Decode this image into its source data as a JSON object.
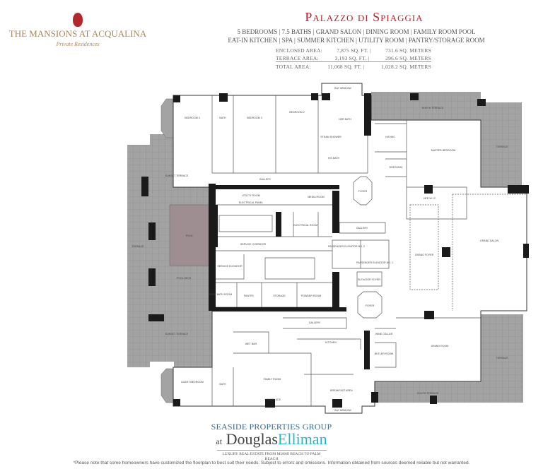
{
  "logo": {
    "brand": "THE MANSIONS AT ACQUALINA",
    "tagline": "Private Residences"
  },
  "title": "Palazzo di Spiaggia",
  "features": {
    "line1": "5 BEDROOMS  |  7.5 BATHS  |  GRAND SALON  |  DINING ROOM  |  FAMILY ROOM POOL",
    "line2": "EAT-IN KITCHEN  |  SPA  |  SUMMER KITCHEN  |  UTILITY ROOM  |  PANTRY/STORAGE ROOM"
  },
  "areas": [
    {
      "label": "ENCLOSED AREA:",
      "sqft": "7,875 SQ. FT.  |",
      "sqm": "731.6 SQ. METERS"
    },
    {
      "label": "TERRACE AREA:",
      "sqft": "3,193 SQ. FT.  |",
      "sqm": "296.6 SQ. METERS"
    },
    {
      "label": "TOTAL AREA:",
      "sqft": "11,068 SQ. FT.  |",
      "sqm": "1,028.2 SQ. METERS"
    }
  ],
  "rooms": {
    "bedroom4": "BEDROOM 4",
    "bedroom3": "BEDROOM 3",
    "bedroom2": "BEDROOM 2",
    "bath": "BATH",
    "bay_window": "BAY WINDOW",
    "her_bath": "HER BATH",
    "his_bath": "HIS BATH",
    "steam_shower": "STEAM SHOWER",
    "north_terrace": "NORTH TERRACE",
    "terrace": "TERRACE",
    "his_wic": "HIS WIC",
    "master_bedroom": "MASTER BEDROOM",
    "dressing": "DRESSING",
    "foyer": "FOYER",
    "her_wic": "HER W.I.C.",
    "gallery": "GALLERY",
    "sunset_terrace": "SUNSET TERRACE",
    "utility_room": "UTILITY ROOM",
    "electrical_panel": "ELECTRICAL PANEL",
    "media_room": "MEDIA ROOM",
    "pool": "POOL",
    "pool_deck": "POOL DECK",
    "electrical_room": "ELECTRICAL ROOM",
    "service_corridor": "SERVICE CORRIDOR",
    "service_elevator": "SERVICE ELEVATOR",
    "pool_bath": "POOL BATH ROOM",
    "pantry": "PANTRY",
    "storage": "STORAGE",
    "powder_room": "POWDER ROOM",
    "passenger_elevator2": "PASSENGER ELEVATOR NO. 2",
    "passenger_elevator1": "PASSENGER ELEVATOR NO. 1",
    "elevator_foyer": "ELEVATOR FOYER",
    "grand_foyer": "GRAND FOYER",
    "grand_salon": "GRAND SALON",
    "wine_cellar": "WINE CELLAR",
    "butler_room": "BUTLER ROOM",
    "dining_room": "DINING ROOM",
    "south_terrace": "SOUTH TERRACE",
    "wet_bar": "WET BAR",
    "kitchen": "KITCHEN",
    "family_room": "FAMILY ROOM",
    "guest_bedroom": "GUEST BEDROOM",
    "breakfast_area": "BREAKFAST AREA",
    "fireplace": "FIREPLACE"
  },
  "colors": {
    "title": "#b5272d",
    "logo": "#a88a5a",
    "terrace": "#9a9a9a",
    "pool": "#9e8e92",
    "walls": "#1a1a1a",
    "elliman": "#27b6cc"
  },
  "footer": {
    "group": "SEASIDE PROPERTIES GROUP",
    "at": "at",
    "douglas": "Douglas",
    "elliman": "Elliman",
    "tagline": "LUXURY REAL ESTATE FROM MIAMI BEACH TO PALM BEACH"
  },
  "disclaimer": "*Please note that some homeowners have customized the floorplan to best suit their needs. Subject to errors and omissions. Information obtained from sources deemed reliable but not warranted."
}
